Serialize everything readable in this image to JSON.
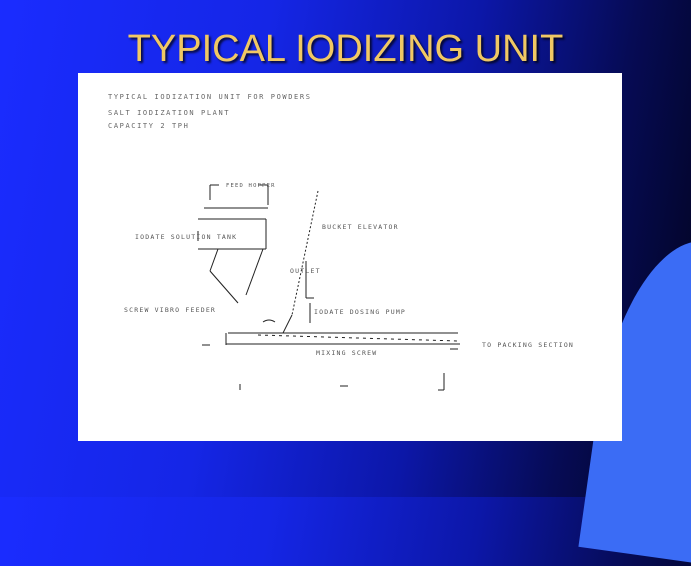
{
  "slide": {
    "title": "TYPICAL IODIZING UNIT",
    "colors": {
      "title": "#f0c864",
      "background": "#1526e6",
      "accent": "#3b6cf5"
    }
  },
  "diagram": {
    "header_lines": [
      "TYPICAL IODIZATION UNIT FOR POWDERS",
      "SALT IODIZATION PLANT",
      "CAPACITY 2 TPH"
    ],
    "labels": {
      "feed_hopper": "FEED HOPPER",
      "solution_tank": "IODATE SOLUTION TANK",
      "feeder": "SCREW VIBRO FEEDER",
      "elevator": "BUCKET ELEVATOR",
      "outlet": "OUTLET",
      "dosing": "IODATE DOSING PUMP",
      "screw": "MIXING SCREW",
      "conveyor": "TO PACKING SECTION"
    }
  }
}
